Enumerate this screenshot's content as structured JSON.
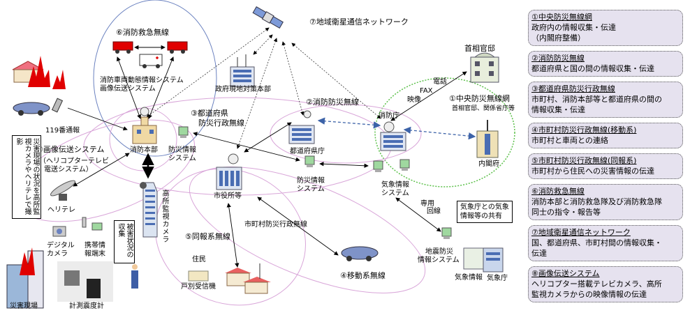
{
  "diagram": {
    "satellite_network_label": "⑦地域衛星通信ネットワーク",
    "fire_emergency_label": "⑥消防救急無線",
    "fire_vehicle_system_label": [
      "消防車両動態情報システム",
      "画像伝送システム"
    ],
    "gov_field_hq_label": "政府現地対策本部",
    "pm_office_label": "首相官邸",
    "central_radio_label": "①中央防災無線網",
    "central_radio_sub_label": "首相官邸、関係省庁等",
    "fdma_label": "消防庁",
    "fire_radio_label": "②消防防災無線",
    "pref_radio_label": [
      "③都道府県",
      "防災行政無線"
    ],
    "pref_office_label": "都道府県庁",
    "cabinet_office_label": "内閣府",
    "comm_types": [
      "電話",
      "FAX",
      "映像"
    ],
    "call_119_label": "119番通報",
    "fire_hq_label": "消防本部",
    "disaster_info_system_label": [
      "防災情報",
      "システム"
    ],
    "image_system_label": "⑧画像伝送システム",
    "image_system_sub_label": [
      "（ヘリコプターテレビ",
      "電送システム）"
    ],
    "heli_label": "ヘリテレ",
    "camera_note": "災害現場の状況を高所監視カメラやヘリテレで撮影",
    "high_camera_label": "高所監視カメラ",
    "damage_collect_label": "被害状況の収集",
    "digital_camera_label": [
      "デジタル",
      "カメラ"
    ],
    "mobile_terminal_label": [
      "携帯情",
      "報端末"
    ],
    "disaster_site_label": "災害現場",
    "seismometer_label": "計測震度計",
    "city_hall_label": "市役所等",
    "municipal_radio_label": "市町村防災行政無線",
    "broadcast_radio_label": "⑤同報系無線",
    "mobile_radio_label": "④移動系無線",
    "residents_label": "住民",
    "home_receiver_label": "戸別受信機",
    "weather_info_system_label": [
      "気象情報",
      "システム"
    ],
    "dedicated_line_label": [
      "専用",
      "回線"
    ],
    "jma_share_note": [
      "気象庁との気象",
      "情報等の共有"
    ],
    "quake_info_system_label": [
      "地震防災",
      "情報システム"
    ],
    "weather_info_label": "気象情報",
    "jma_label": "気象庁"
  },
  "legend": [
    {
      "title": "①中央防災無線網",
      "desc": [
        "政府内の情報収集・伝達",
        "（内閣府整備）"
      ]
    },
    {
      "title": "②消防防災無線",
      "desc": [
        "都道府県と国の間の情報収集・伝達"
      ]
    },
    {
      "title": "③都道府県防災行政無線",
      "desc": [
        "市町村、消防本部等と都道府県の間の",
        "情報収集・伝達"
      ]
    },
    {
      "title": "④市町村防災行政無線(移動系)",
      "desc": [
        "市町村と車両との連絡"
      ]
    },
    {
      "title": "⑤市町村防災行政無線(同報系)",
      "desc": [
        "市町村から住民への災害情報の伝達"
      ]
    },
    {
      "title": "⑥消防救急無線",
      "desc": [
        "消防本部と消防救急隊及び消防救急隊",
        "同士の指令・報告等"
      ]
    },
    {
      "title": "⑦地域衛星通信ネットワーク",
      "desc": [
        "国、都道府県、市町村間の情報収集・",
        "伝達"
      ]
    },
    {
      "title": "⑧画像伝送システム",
      "desc": [
        "ヘリコプター搭載テレビカメラ、高所",
        "監視カメラからの映像情報の伝達"
      ]
    }
  ],
  "colors": {
    "legend_bg": "#e6e2ef",
    "ellipse_pink": "#d9a6d9",
    "ellipse_blue": "#6b82c0",
    "ellipse_green": "#5cc04a",
    "dashed_blue": "#3d63a8",
    "fire_red": "#e00000",
    "screen_green": "#9fd89f"
  }
}
